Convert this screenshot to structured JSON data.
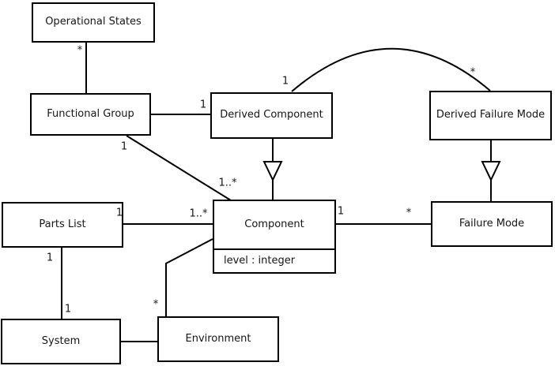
{
  "diagram_type": "uml-class-diagram",
  "colors": {
    "background": "#ffffff",
    "line": "#000000",
    "text": "#161616"
  },
  "classes": {
    "operational_states": {
      "name": "Operational States"
    },
    "functional_group": {
      "name": "Functional Group"
    },
    "derived_component": {
      "name": "Derived Component"
    },
    "derived_failure_mode": {
      "name": "Derived Failure Mode"
    },
    "parts_list": {
      "name": "Parts List"
    },
    "component": {
      "name": "Component",
      "attribute": "level : integer"
    },
    "failure_mode": {
      "name": "Failure Mode"
    },
    "system": {
      "name": "System"
    },
    "environment": {
      "name": "Environment"
    }
  },
  "generalizations": [
    {
      "from": "derived-component",
      "to": "component"
    },
    {
      "from": "derived-failure-mode",
      "to": "failure-mode"
    }
  ],
  "associations": [
    {
      "between": [
        "operational-states",
        "functional-group"
      ]
    },
    {
      "between": [
        "functional-group",
        "derived-component"
      ]
    },
    {
      "between": [
        "functional-group",
        "component"
      ]
    },
    {
      "between": [
        "derived-component",
        "derived-failure-mode"
      ],
      "shape": "arc"
    },
    {
      "between": [
        "parts-list",
        "component"
      ]
    },
    {
      "between": [
        "component",
        "failure-mode"
      ]
    },
    {
      "between": [
        "parts-list",
        "system"
      ]
    },
    {
      "between": [
        "system",
        "environment"
      ]
    },
    {
      "between": [
        "environment",
        "component"
      ]
    }
  ],
  "multiplicities": [
    {
      "text": "*",
      "relation": "operational-states / functional-group",
      "near": "operational-states"
    },
    {
      "text": "1",
      "relation": "functional-group / derived-component",
      "near": "derived-component"
    },
    {
      "text": "1",
      "relation": "derived-component / derived-failure-mode arc",
      "near": "derived-component"
    },
    {
      "text": "*",
      "relation": "derived-component / derived-failure-mode arc",
      "near": "derived-failure-mode"
    },
    {
      "text": "1",
      "relation": "functional-group / component",
      "near": "functional-group"
    },
    {
      "text": "1..*",
      "relation": "functional-group / component",
      "near": "component"
    },
    {
      "text": "1",
      "relation": "parts-list / component",
      "near": "parts-list"
    },
    {
      "text": "1..*",
      "relation": "parts-list / component",
      "near": "component"
    },
    {
      "text": "1",
      "relation": "component / failure-mode",
      "near": "component"
    },
    {
      "text": "*",
      "relation": "component / failure-mode",
      "near": "failure-mode"
    },
    {
      "text": "1",
      "relation": "parts-list / system",
      "near": "parts-list"
    },
    {
      "text": "1",
      "relation": "parts-list / system",
      "near": "system"
    },
    {
      "text": "*",
      "relation": "environment / component",
      "near": "environment"
    }
  ]
}
